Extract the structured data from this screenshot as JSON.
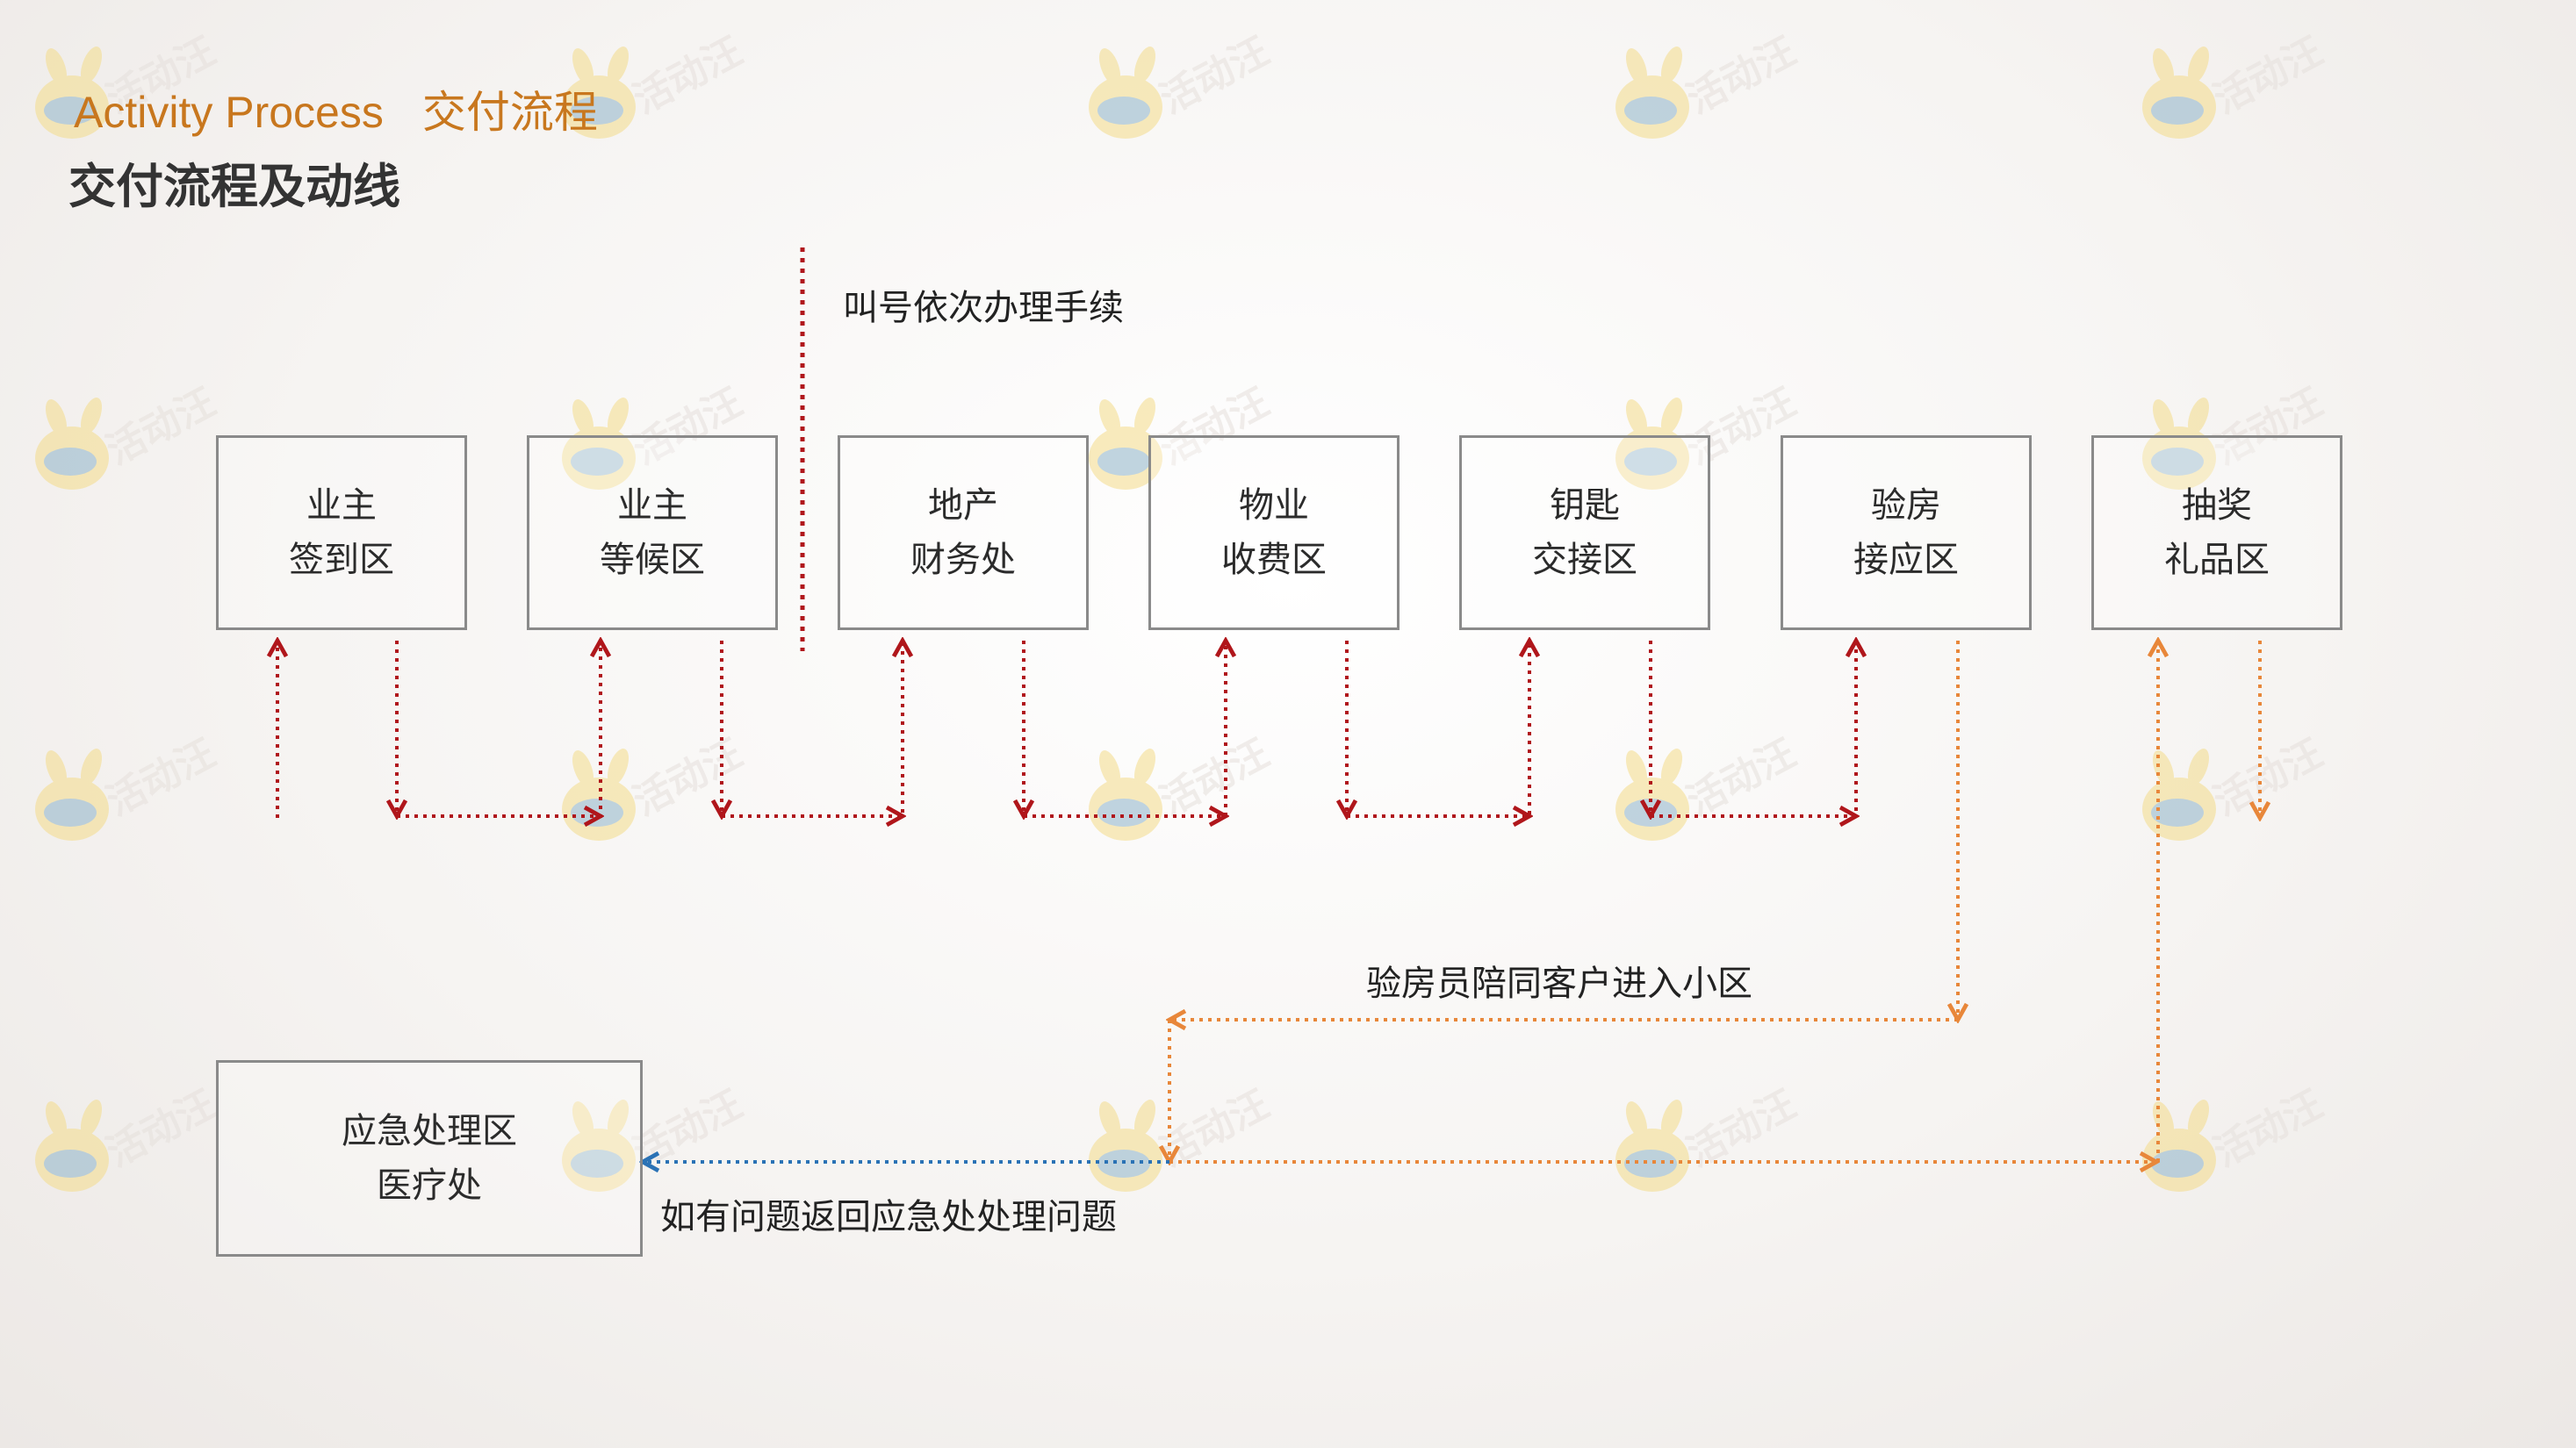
{
  "header": {
    "english_title": "Activity Process",
    "chinese_title": "交付流程",
    "subtitle": "交付流程及动线"
  },
  "watermark": {
    "text": "活动汪",
    "icon": "mascot-icon"
  },
  "annotations": {
    "queue_note": "叫号依次办理手续",
    "inspector_note": "验房员陪同客户进入小区",
    "problem_note": "如有问题返回应急处处理问题"
  },
  "stations": [
    {
      "line1": "业主",
      "line2": "签到区"
    },
    {
      "line1": "业主",
      "line2": "等候区"
    },
    {
      "line1": "地产",
      "line2": "财务处"
    },
    {
      "line1": "物业",
      "line2": "收费区"
    },
    {
      "line1": "钥匙",
      "line2": "交接区"
    },
    {
      "line1": "验房",
      "line2": "接应区"
    },
    {
      "line1": "抽奖",
      "line2": "礼品区"
    }
  ],
  "emergency": {
    "line1": "应急处理区",
    "line2": "医疗处"
  },
  "colors": {
    "main_flow": "#b0161b",
    "inspection_flow": "#e8873a",
    "emergency_flow": "#2a72b5",
    "divider": "#b0161b",
    "accent_title": "#c8771e"
  }
}
